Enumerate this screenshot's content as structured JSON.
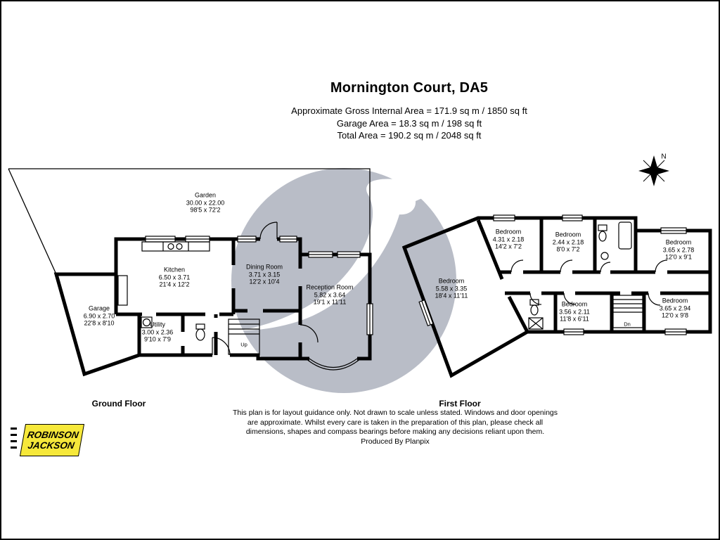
{
  "header": {
    "title": "Mornington Court, DA5",
    "area_lines": {
      "gross": "Approximate Gross Internal Area = 171.9 sq m / 1850 sq ft",
      "garage": "Garage Area = 18.3 sq m / 198 sq ft",
      "total": "Total Area = 190.2 sq m / 2048 sq ft"
    }
  },
  "compass": {
    "north_label": "N"
  },
  "ground_floor": {
    "label": "Ground Floor",
    "garden": {
      "name": "Garden",
      "metric": "30.00 x 22.00",
      "imperial": "98'5 x 72'2"
    },
    "kitchen": {
      "name": "Kitchen",
      "metric": "6.50 x 3.71",
      "imperial": "21'4 x 12'2"
    },
    "dining_room": {
      "name": "Dining Room",
      "metric": "3.71 x 3.15",
      "imperial": "12'2 x 10'4"
    },
    "reception_room": {
      "name": "Reception Room",
      "metric": "5.82 x 3.64",
      "imperial": "19'1 x 11'11"
    },
    "garage": {
      "name": "Garage",
      "metric": "6.90 x 2.70",
      "imperial": "22'8 x 8'10"
    },
    "utility": {
      "name": "Utility",
      "metric": "3.00 x 2.36",
      "imperial": "9'10 x 7'9"
    },
    "stairs_label": "Up"
  },
  "first_floor": {
    "label": "First Floor",
    "bedroom_top_left": {
      "name": "Bedroom",
      "metric": "4.31 x 2.18",
      "imperial": "14'2 x 7'2"
    },
    "bedroom_top_middle": {
      "name": "Bedroom",
      "metric": "2.44 x 2.18",
      "imperial": "8'0 x 7'2"
    },
    "bedroom_top_right": {
      "name": "Bedroom",
      "metric": "3.65 x 2.78",
      "imperial": "12'0 x 9'1"
    },
    "bedroom_left": {
      "name": "Bedroom",
      "metric": "5.58 x 3.35",
      "imperial": "18'4 x 11'11"
    },
    "bedroom_bottom_middle": {
      "name": "Bedroom",
      "metric": "3.56 x 2.11",
      "imperial": "11'8 x 6'11"
    },
    "bedroom_bottom_right": {
      "name": "Bedroom",
      "metric": "3.65 x 2.94",
      "imperial": "12'0 x 9'8"
    },
    "stairs_label": "Dn"
  },
  "footer": {
    "disclaimer": {
      "line1": "This plan is for layout guidance only. Not drawn to scale unless stated. Windows and door openings",
      "line2": "are approximate. Whilst every care is taken in the preparation of this plan, please check all",
      "line3": "dimensions, shapes and compass bearings before making any decisions reliant upon them.",
      "line4": "Produced By Planpix"
    }
  },
  "branding": {
    "agency_line1": "ROBINSON",
    "agency_line2": "JACKSON"
  },
  "colors": {
    "wall": "#000000",
    "watermark": "#b9bdc7",
    "logo_background": "#f6e83a"
  }
}
